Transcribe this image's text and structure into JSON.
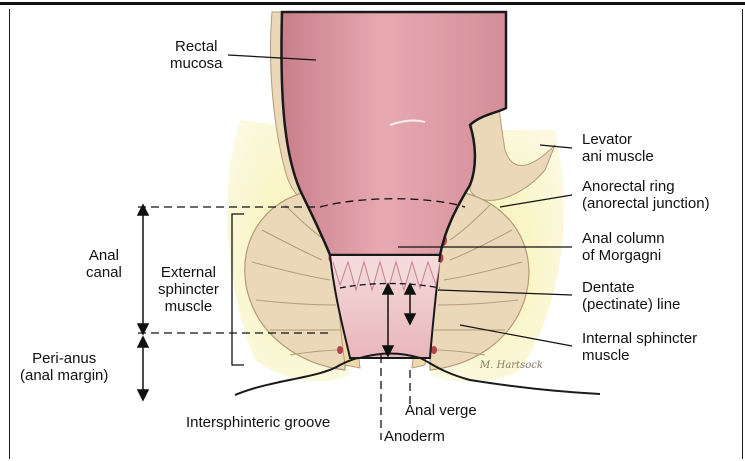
{
  "labels": {
    "rectal_mucosa": "Rectal\nmucosa",
    "levator_ani_muscle": "Levator\nani muscle",
    "anorectal_ring": "Anorectal ring\n(anorectal junction)",
    "anal_column": "Anal column\nof Morgagni",
    "dentate_line": "Dentate\n(pectinate) line",
    "internal_sphincter": "Internal sphincter\nmuscle",
    "anal_canal": "Anal\ncanal",
    "external_sphincter": "External\nsphincter\nmuscle",
    "peri_anus": "Peri-anus\n(anal margin)",
    "intersphinteric_groove": "Intersphinteric groove",
    "anal_verge": "Anal verge",
    "anoderm": "Anoderm"
  },
  "signature": "M. Hartsock",
  "colors": {
    "mucosa": "#d9939e",
    "mucosa_light": "#efc5c9",
    "muscle": "#ead8b9",
    "muscle_line": "#b49b78",
    "fat": "#f3ea86",
    "vessel": "#b4434e"
  }
}
